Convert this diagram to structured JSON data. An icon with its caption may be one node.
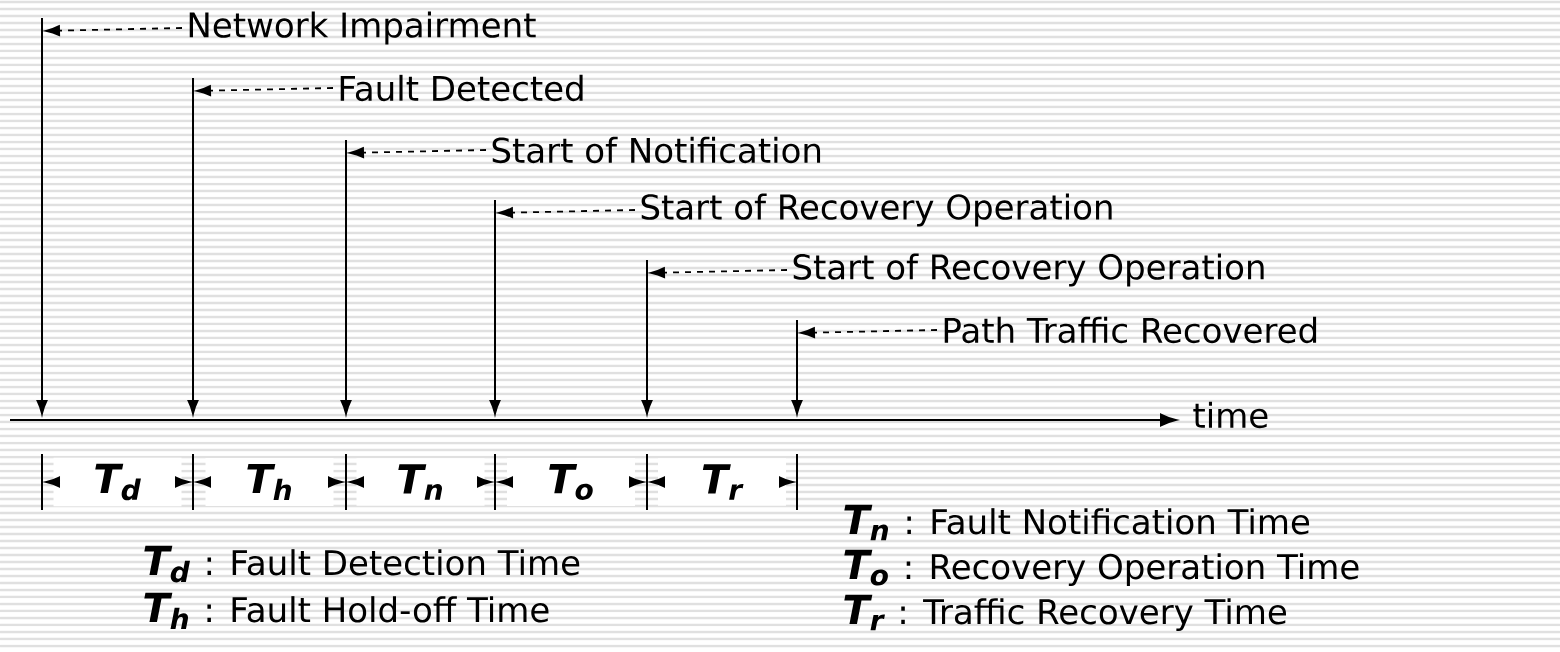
{
  "diagram": {
    "nodes": [
      {
        "text": [
          "Network Impairment"
        ]
      },
      {
        "text": [
          "Fault Detected"
        ]
      },
      {
        "text": [
          "Start of Notification"
        ]
      },
      {
        "text": [
          "Start of Recovery Operation"
        ]
      },
      {
        "text": [
          "Start of Recovery Operation"
        ]
      },
      {
        "text": [
          "Path Traffic Recovered"
        ]
      }
    ],
    "edges": [
      {
        "from": 0,
        "to": null,
        "arrow": "to",
        "style": "dashed"
      },
      {
        "from": 1,
        "to": null,
        "arrow": "to",
        "style": "dashed"
      },
      {
        "from": 2,
        "to": null,
        "arrow": "to",
        "style": "dashed"
      },
      {
        "from": 3,
        "to": null,
        "arrow": "to",
        "style": "dashed"
      },
      {
        "from": 4,
        "to": null,
        "arrow": "to",
        "style": "dashed"
      },
      {
        "from": 5,
        "to": null,
        "arrow": "to",
        "style": "dashed"
      }
    ],
    "labels": [
      "time",
      "T$_{d}$",
      "T$_{h}$",
      "T$_{n}$",
      "T$_{o}$",
      "T$_{r}$",
      "T$_{n}$",
      ": Fault Notification Time",
      "T$_{d}$",
      ": Fault Detection Time",
      "T$_{o}$",
      ": Recovery Operation Time",
      "T$_{h}$",
      ": Fault Hold-off Time",
      "T$_{r}$",
      ": Traffic Recovery Time"
    ]
  }
}
